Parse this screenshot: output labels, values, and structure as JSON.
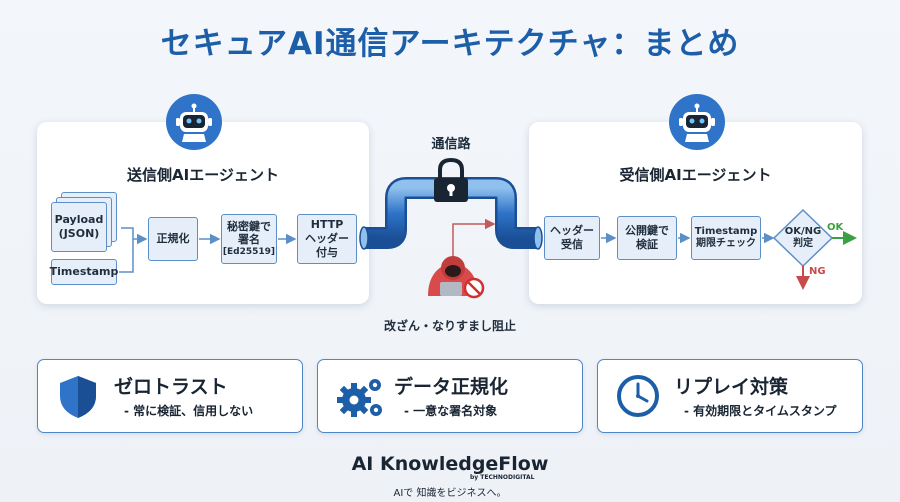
{
  "title": "セキュアAI通信アーキテクチャ：まとめ",
  "sender": {
    "title": "送信側AIエージェント",
    "payload": "Payload\n(JSON)",
    "timestamp": "Timestamp",
    "steps": [
      {
        "label": "正規化",
        "sub": ""
      },
      {
        "label": "秘密鍵で\n署名",
        "sub": "[Ed25519]"
      },
      {
        "label": "HTTP\nヘッダー\n付与",
        "sub": ""
      }
    ]
  },
  "channel": {
    "label": "通信路",
    "attack_label": "改ざん・なりすまし阻止"
  },
  "receiver": {
    "title": "受信側AIエージェント",
    "steps": [
      {
        "label": "ヘッダー\n受信"
      },
      {
        "label": "公開鍵で\n検証"
      },
      {
        "label": "Timestamp\n期限チェック"
      }
    ],
    "decision": "OK/NG\n判定",
    "ok": "OK",
    "ng": "NG"
  },
  "cards": [
    {
      "title": "ゼロトラスト",
      "subtitle": "- 常に検証、信用しない",
      "icon": "shield-icon"
    },
    {
      "title": "データ正規化",
      "subtitle": "- 一意な署名対象",
      "icon": "gears-icon"
    },
    {
      "title": "リプレイ対策",
      "subtitle": "- 有効期限とタイムスタンプ",
      "icon": "clock-icon"
    }
  ],
  "brand": {
    "name": "AI KnowledgeFlow",
    "by": "by TECHNODIGITAL",
    "tagline": "AIで 知識をビジネスへ。"
  },
  "colors": {
    "accent": "#1d5ea8",
    "box_fill": "#e6eff9",
    "box_border": "#5d8fc7",
    "ok": "#3aa142",
    "ng": "#c94a4a",
    "pipe": "#2f74c8"
  }
}
